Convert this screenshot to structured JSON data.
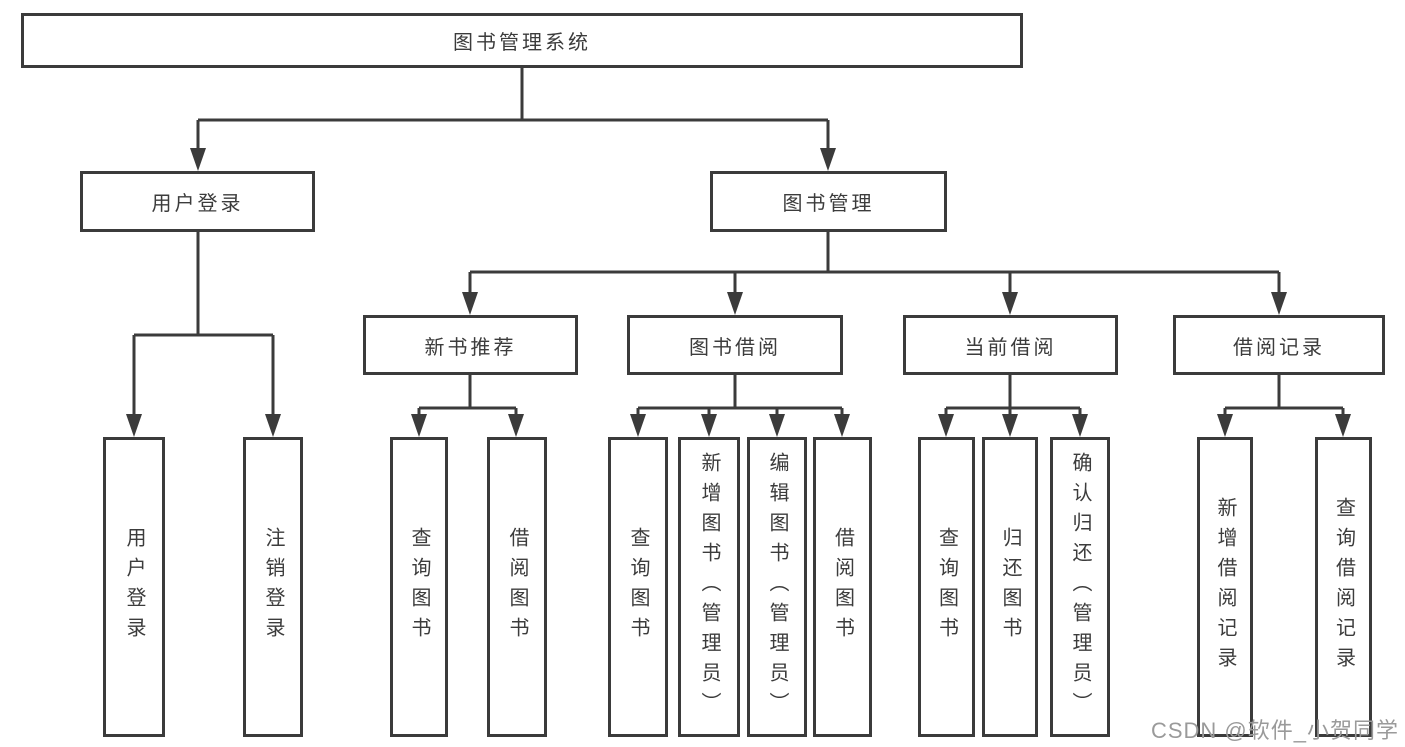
{
  "diagram_type": "functional-structure-tree",
  "tree": {
    "label": "图书管理系统",
    "children": [
      {
        "label": "用户登录",
        "children": [
          {
            "label": "用户登录"
          },
          {
            "label": "注销登录"
          }
        ]
      },
      {
        "label": "图书管理",
        "children": [
          {
            "label": "新书推荐",
            "children": [
              {
                "label": "查询图书"
              },
              {
                "label": "借阅图书"
              }
            ]
          },
          {
            "label": "图书借阅",
            "children": [
              {
                "label": "查询图书"
              },
              {
                "label": "新增图书（管理员）"
              },
              {
                "label": "编辑图书（管理员）"
              },
              {
                "label": "借阅图书"
              }
            ]
          },
          {
            "label": "当前借阅",
            "children": [
              {
                "label": "查询图书"
              },
              {
                "label": "归还图书"
              },
              {
                "label": "确认归还（管理员）"
              }
            ]
          },
          {
            "label": "借阅记录",
            "children": [
              {
                "label": "新增借阅记录"
              },
              {
                "label": "查询借阅记录"
              }
            ]
          }
        ]
      }
    ]
  },
  "watermark": "CSDN @软件_小贺同学",
  "colors": {
    "line": "#3b3b3b",
    "box_border": "#3b3b3b",
    "box_background": "#ffffff",
    "text": "#3c3c3c",
    "watermark": "#9a9a9a",
    "page_background": "#ffffff"
  }
}
